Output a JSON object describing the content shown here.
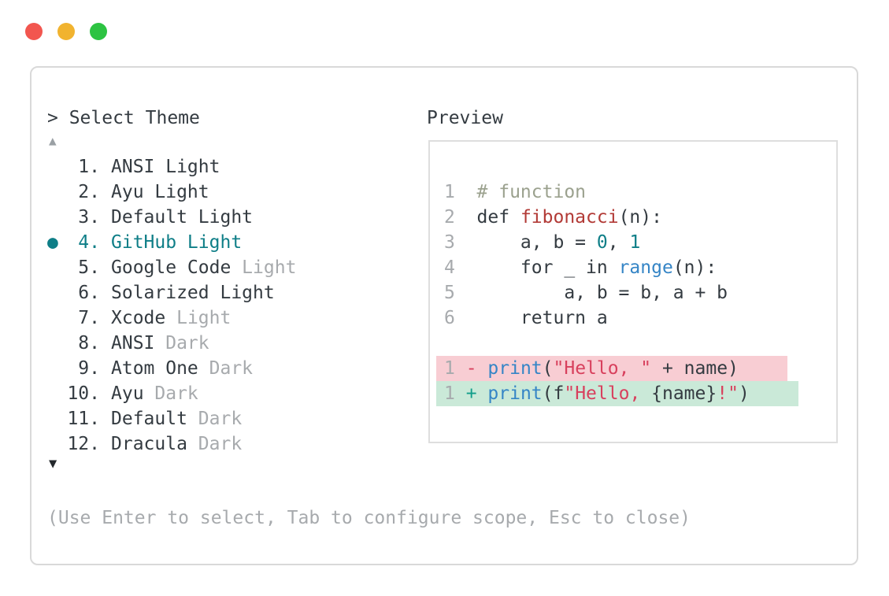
{
  "colors": {
    "text": "#343b41",
    "gray": "#a7aaad",
    "comment": "#9ba18e",
    "teal": "#0e7e87",
    "blue": "#3585c6",
    "keyword_red": "#b23a36",
    "string_red": "#d8405d",
    "minus_red": "#d8405d",
    "plus_green": "#129e8a",
    "removed_bg": "#f8cdd3",
    "added_bg": "#cae9d8",
    "border": "#d9d9d9",
    "preview_border": "#dedede",
    "select": "#0e7e87",
    "arrow_up": "#9aa0a4",
    "arrow_down": "#23282c",
    "traffic_red": "#f2564f",
    "traffic_yellow": "#f1b32f",
    "traffic_green": "#2dc342"
  },
  "theme_selector": {
    "prompt": "> Select Theme",
    "scroll_up_icon": "▲",
    "scroll_down_icon": "▼",
    "selected_marker": "●",
    "hint": "(Use Enter to select, Tab to configure scope, Esc to close)",
    "items": [
      {
        "number": "1.",
        "text": "ANSI Light",
        "muted": "",
        "selected": false
      },
      {
        "number": "2.",
        "text": "Ayu Light",
        "muted": "",
        "selected": false
      },
      {
        "number": "3.",
        "text": "Default Light",
        "muted": "",
        "selected": false
      },
      {
        "number": "4.",
        "text": "GitHub Light",
        "muted": "",
        "selected": true
      },
      {
        "number": "5.",
        "text": "Google Code",
        "muted": "Light",
        "selected": false
      },
      {
        "number": "6.",
        "text": "Solarized Light",
        "muted": "",
        "selected": false
      },
      {
        "number": "7.",
        "text": "Xcode",
        "muted": "Light",
        "selected": false
      },
      {
        "number": "8.",
        "text": "ANSI",
        "muted": "Dark",
        "selected": false
      },
      {
        "number": "9.",
        "text": "Atom One",
        "muted": "Dark",
        "selected": false
      },
      {
        "number": "10.",
        "text": "Ayu",
        "muted": "Dark",
        "selected": false
      },
      {
        "number": "11.",
        "text": "Default",
        "muted": "Dark",
        "selected": false
      },
      {
        "number": "12.",
        "text": "Dracula",
        "muted": "Dark",
        "selected": false
      }
    ]
  },
  "preview": {
    "label": "Preview",
    "code_lines": [
      {
        "num": "1",
        "tokens": [
          {
            "c": "comment",
            "t": "# function"
          }
        ]
      },
      {
        "num": "2",
        "tokens": [
          {
            "c": "text",
            "t": "def "
          },
          {
            "c": "kw",
            "t": "fibonacci"
          },
          {
            "c": "text",
            "t": "(n):"
          }
        ]
      },
      {
        "num": "3",
        "tokens": [
          {
            "c": "text",
            "t": "    a, b = "
          },
          {
            "c": "num",
            "t": "0"
          },
          {
            "c": "text",
            "t": ", "
          },
          {
            "c": "num",
            "t": "1"
          }
        ]
      },
      {
        "num": "4",
        "tokens": [
          {
            "c": "text",
            "t": "    for _ in "
          },
          {
            "c": "fn",
            "t": "range"
          },
          {
            "c": "text",
            "t": "(n):"
          }
        ]
      },
      {
        "num": "5",
        "tokens": [
          {
            "c": "text",
            "t": "        a, b = b, a + b"
          }
        ]
      },
      {
        "num": "6",
        "tokens": [
          {
            "c": "text",
            "t": "    return a"
          }
        ]
      }
    ],
    "diff_lines": [
      {
        "num": "1",
        "sign": "-",
        "sign_color": "minus",
        "kind": "removed",
        "tokens": [
          {
            "c": "fn",
            "t": "print"
          },
          {
            "c": "text",
            "t": "("
          },
          {
            "c": "str",
            "t": "\"Hello, \""
          },
          {
            "c": "text",
            "t": " + name)"
          }
        ]
      },
      {
        "num": "1",
        "sign": "+",
        "sign_color": "plus",
        "kind": "added",
        "tokens": [
          {
            "c": "fn",
            "t": "print"
          },
          {
            "c": "text",
            "t": "(f"
          },
          {
            "c": "str",
            "t": "\"Hello, "
          },
          {
            "c": "text",
            "t": "{name}"
          },
          {
            "c": "str",
            "t": "!\""
          },
          {
            "c": "text",
            "t": ")"
          }
        ]
      }
    ]
  }
}
